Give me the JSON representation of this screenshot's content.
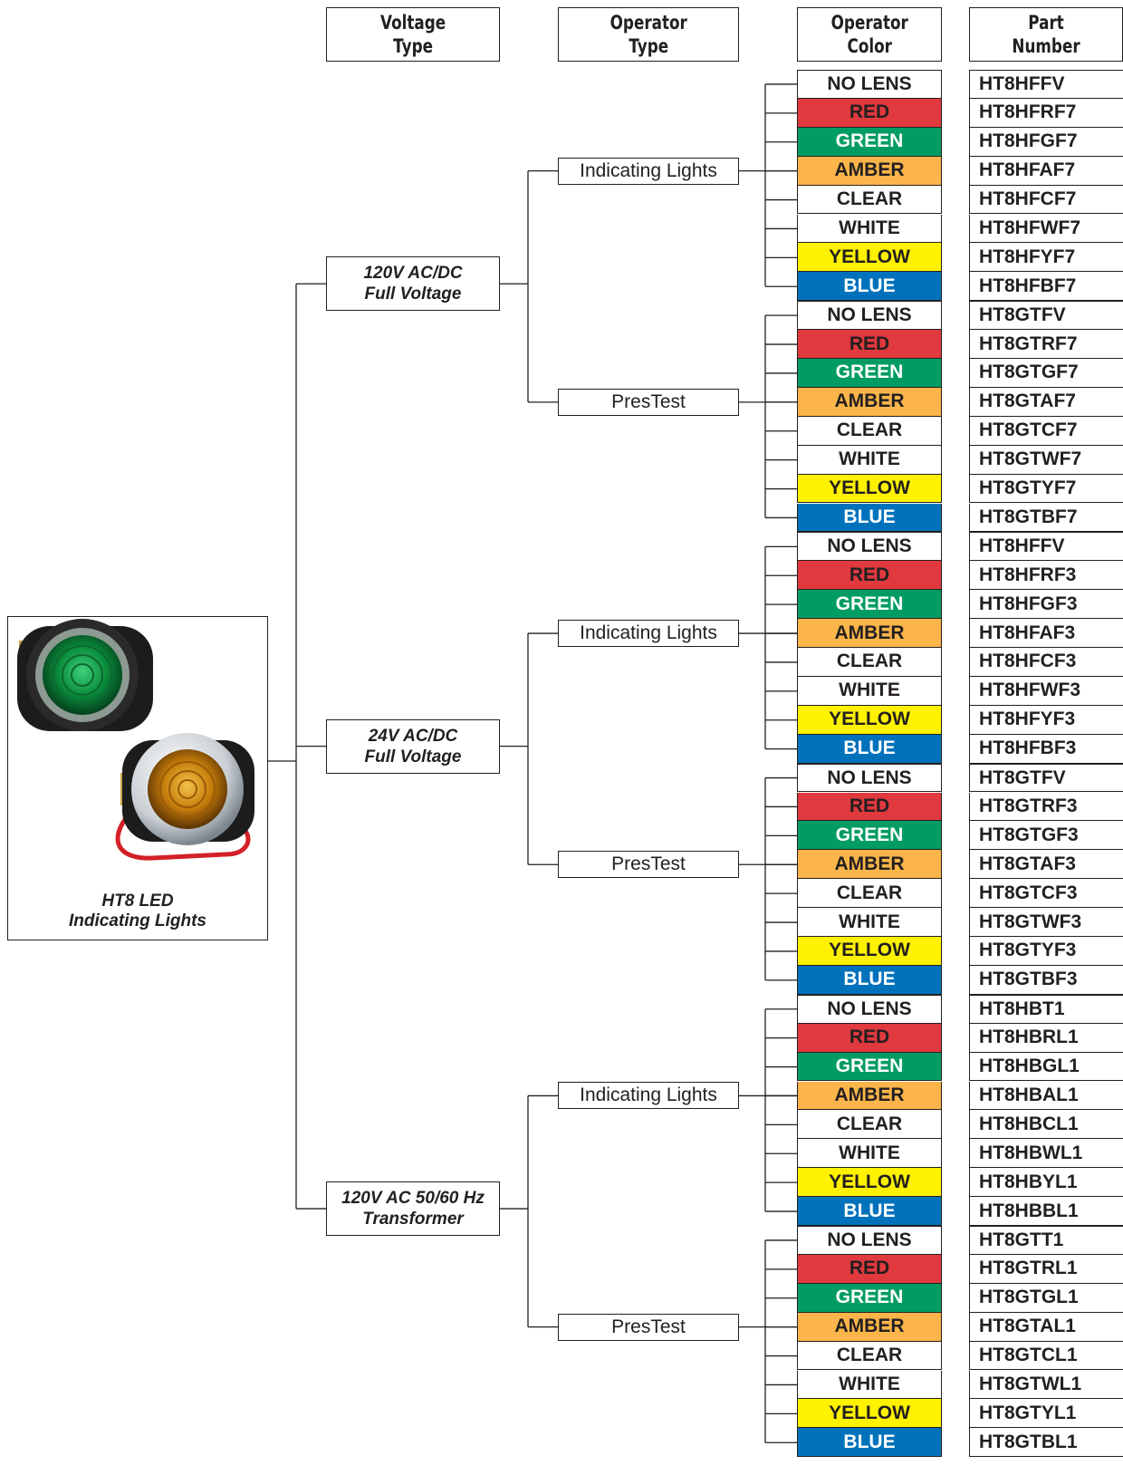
{
  "headers": {
    "voltage": "Voltage\nType",
    "operator_type": "Operator\nType",
    "operator_color": "Operator\nColor",
    "part_number": "Part\nNumber"
  },
  "product": {
    "caption_line1": "HT8 LED",
    "caption_line2": "Indicating Lights",
    "images": [
      "green-indicating-light",
      "amber-indicating-light"
    ]
  },
  "color_labels": [
    "NO LENS",
    "RED",
    "GREEN",
    "AMBER",
    "CLEAR",
    "WHITE",
    "YELLOW",
    "BLUE"
  ],
  "color_styles": {
    "NO LENS": {
      "bg": "#ffffff",
      "fg": "#231f20"
    },
    "RED": {
      "bg": "#e0393e",
      "fg": "#231f20"
    },
    "GREEN": {
      "bg": "#009c63",
      "fg": "#ffffff"
    },
    "AMBER": {
      "bg": "#fbb54a",
      "fg": "#231f20"
    },
    "CLEAR": {
      "bg": "#ffffff",
      "fg": "#231f20"
    },
    "WHITE": {
      "bg": "#ffffff",
      "fg": "#231f20"
    },
    "YELLOW": {
      "bg": "#fff200",
      "fg": "#231f20"
    },
    "BLUE": {
      "bg": "#0072bc",
      "fg": "#ffffff"
    }
  },
  "voltages": [
    {
      "label": "120V AC/DC\nFull Voltage",
      "operators": [
        {
          "label": "Indicating Lights",
          "parts": [
            "HT8HFFV",
            "HT8HFRF7",
            "HT8HFGF7",
            "HT8HFAF7",
            "HT8HFCF7",
            "HT8HFWF7",
            "HT8HFYF7",
            "HT8HFBF7"
          ]
        },
        {
          "label": "PresTest",
          "parts": [
            "HT8GTFV",
            "HT8GTRF7",
            "HT8GTGF7",
            "HT8GTAF7",
            "HT8GTCF7",
            "HT8GTWF7",
            "HT8GTYF7",
            "HT8GTBF7"
          ]
        }
      ]
    },
    {
      "label": "24V AC/DC\nFull Voltage",
      "operators": [
        {
          "label": "Indicating Lights",
          "parts": [
            "HT8HFFV",
            "HT8HFRF3",
            "HT8HFGF3",
            "HT8HFAF3",
            "HT8HFCF3",
            "HT8HFWF3",
            "HT8HFYF3",
            "HT8HFBF3"
          ]
        },
        {
          "label": "PresTest",
          "parts": [
            "HT8GTFV",
            "HT8GTRF3",
            "HT8GTGF3",
            "HT8GTAF3",
            "HT8GTCF3",
            "HT8GTWF3",
            "HT8GTYF3",
            "HT8GTBF3"
          ]
        }
      ]
    },
    {
      "label": "120V AC 50/60 Hz\nTransformer",
      "operators": [
        {
          "label": "Indicating Lights",
          "parts": [
            "HT8HBT1",
            "HT8HBRL1",
            "HT8HBGL1",
            "HT8HBAL1",
            "HT8HBCL1",
            "HT8HBWL1",
            "HT8HBYL1",
            "HT8HBBL1"
          ]
        },
        {
          "label": "PresTest",
          "parts": [
            "HT8GTT1",
            "HT8GTRL1",
            "HT8GTGL1",
            "HT8GTAL1",
            "HT8GTCL1",
            "HT8GTWL1",
            "HT8GTYL1",
            "HT8GTBL1"
          ]
        }
      ]
    }
  ]
}
